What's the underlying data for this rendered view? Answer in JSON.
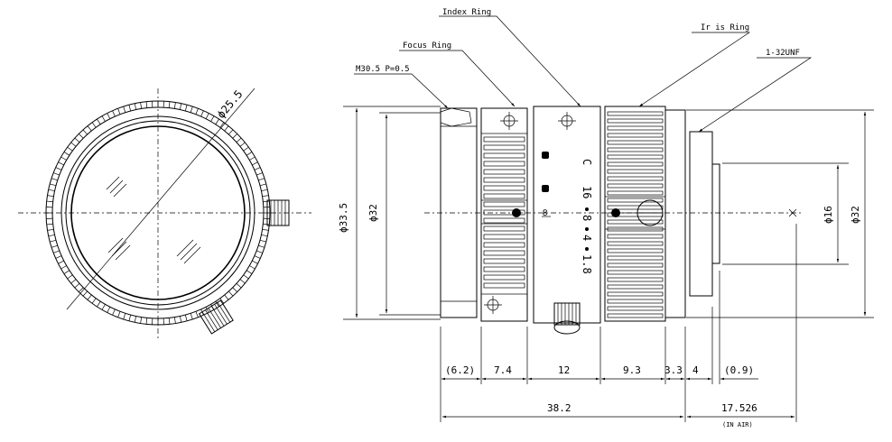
{
  "labels": {
    "index_ring": "Index Ring",
    "focus_ring": "Focus Ring",
    "iris_ring": "Ir is Ring",
    "mount_thread": "M30.5 P=0.5",
    "unf_thread": "1-32UNF"
  },
  "front_view": {
    "diameter": "ϕ25.5"
  },
  "side_view": {
    "outer_diameter": "ϕ33.5",
    "inner_diameter": "ϕ32",
    "rear_diameter_16": "ϕ16",
    "rear_diameter_32": "ϕ32",
    "focus_mark": "∞",
    "close_mark": "C",
    "f_stops": [
      "16",
      "8",
      "4",
      "1.8"
    ]
  },
  "dimensions": {
    "row1": [
      "(6.2)",
      "7.4",
      "12",
      "9.3",
      "3.3",
      "4",
      "(0.9)"
    ],
    "total_length": "38.2",
    "back_focus": "17.526",
    "back_focus_note": "(IN AIR)"
  }
}
